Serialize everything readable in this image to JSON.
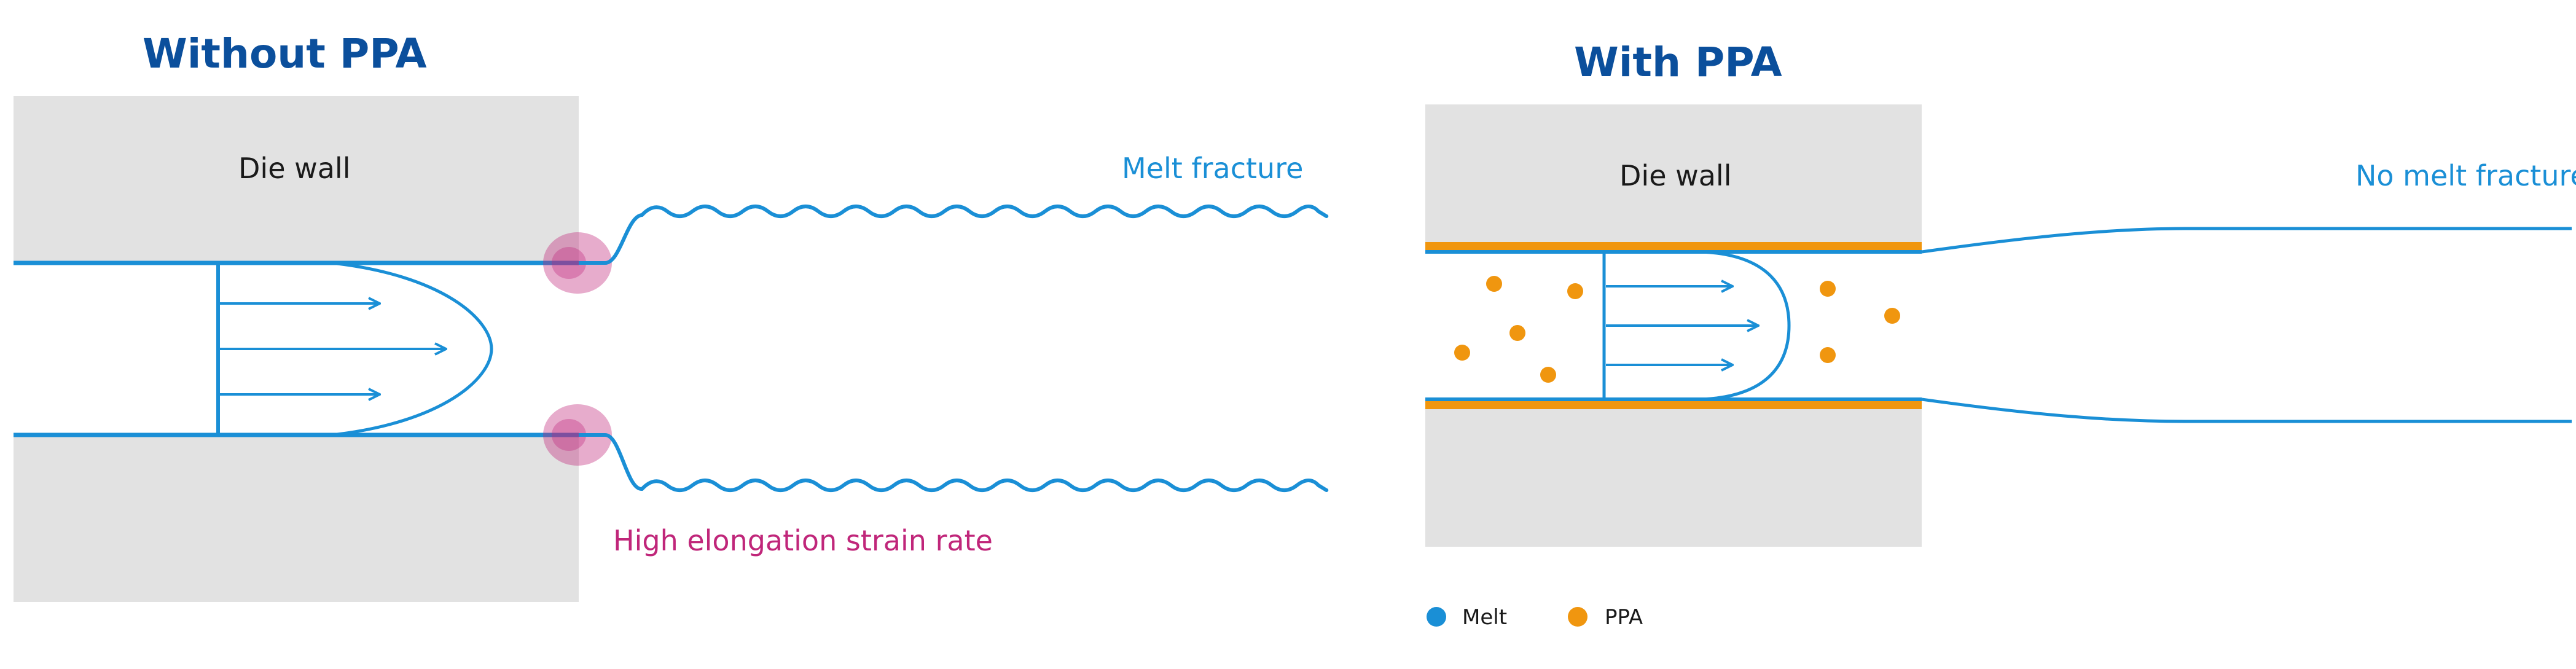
{
  "left_panel": {
    "title": "Without PPA",
    "die_wall_label": "Die wall",
    "melt_fracture_label": "Melt fracture",
    "strain_label": "High elongation strain rate"
  },
  "right_panel": {
    "title": "With PPA",
    "die_wall_label": "Die wall",
    "no_fracture_label": "No melt fracture"
  },
  "legend": [
    {
      "label": "Melt",
      "color": "#1a8fd6"
    },
    {
      "label": "PPA",
      "color": "#f0960f"
    }
  ],
  "colors": {
    "title": "#0b4f9c",
    "die_wall": "#e2e2e2",
    "melt": "#1a8fd6",
    "ppa": "#f0960f",
    "stress": "#c0267a",
    "text": "#1a1a1a"
  }
}
